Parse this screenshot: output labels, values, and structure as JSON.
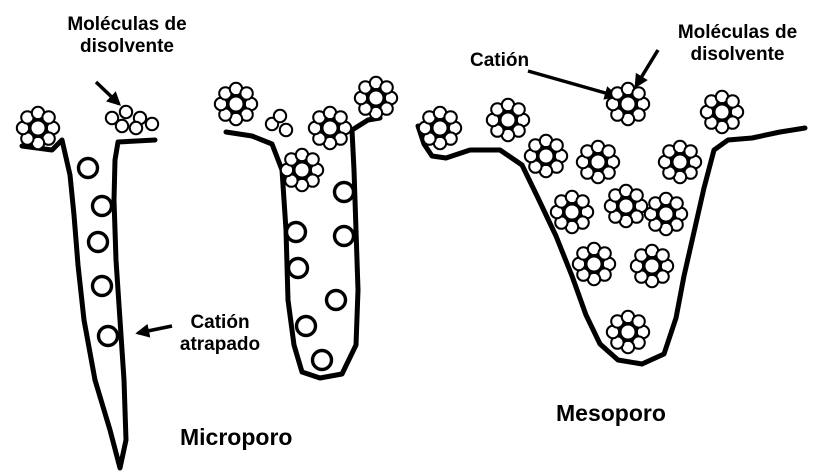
{
  "labels": {
    "solvent_left_line1": "Moléculas de",
    "solvent_left_line2": "disolvente",
    "solvent_right_line1": "Moléculas de",
    "solvent_right_line2": "disolvente",
    "cation": "Catión",
    "trapped_line1": "Catión",
    "trapped_line2": "atrapado",
    "micropore": "Microporo",
    "mesopore": "Mesoporo"
  }
}
